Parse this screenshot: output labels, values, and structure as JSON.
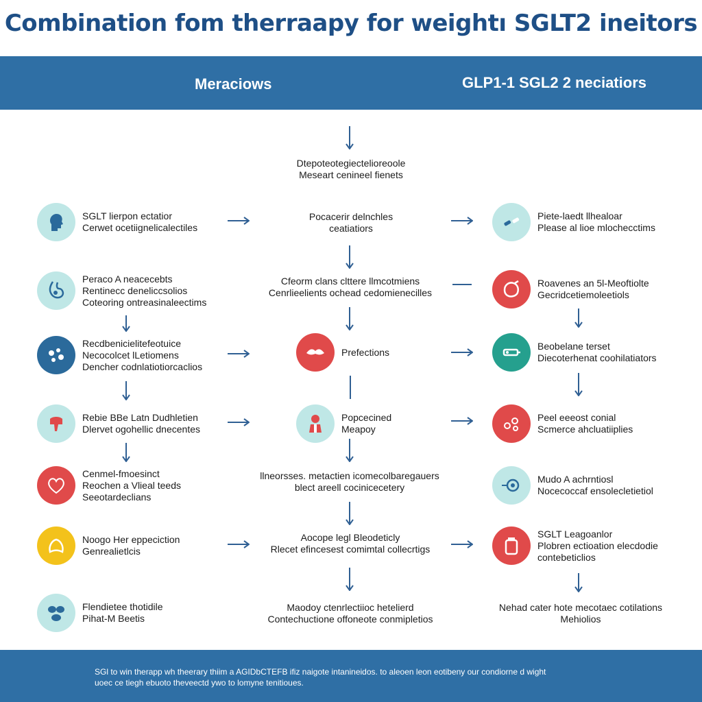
{
  "title": "Combination fom therraapy for weightı SGLT2 ineitors",
  "header": {
    "left": "Meraciows",
    "right": "GLP1-1 SGL2 2 neciatiors"
  },
  "center": {
    "n1": {
      "l1": "Dtepoteotegiectelioreoole",
      "l2": "Meseart cenineel fienets"
    },
    "n2": {
      "l1": "Pocacerir delnchles",
      "l2": "ceatiatiors"
    },
    "n3": {
      "l1": "Cfeorm clans clttere llmcotmiens",
      "l2": "Cenrlieelients ochead cedomienecilles"
    },
    "n4": {
      "l1": "Prefections"
    },
    "n5": {
      "l1": "Popcecined",
      "l2": "Meapoy"
    },
    "n6": {
      "l1": "llneorsses. metactien icomecolbaregauers",
      "l2": "blect areell cocinicecetery"
    },
    "n7": {
      "l1": "Aocope legl Bleodeticly",
      "l2": "Rlecet efincesest comimtal collecrtigs"
    },
    "n8": {
      "l1": "Maodoy ctenrlectiioc hetelierd",
      "l2": "Contechuctione offoneote conmipletios"
    }
  },
  "left": {
    "n1": {
      "l1": "SGLT lierpon ectatior",
      "l2": "Cerwet ocetiignelicalectiles"
    },
    "n2": {
      "l1": "Peraco A neacecebts",
      "l2": "Rentinecc deneliccsolios",
      "l3": "Coteoring ontreasinaleectims"
    },
    "n3": {
      "l1": "Recdbenicielitefeotuice",
      "l2": "Necocolcet lLetiomens",
      "l3": "Dencher codnlatiotiorcaclios"
    },
    "n4": {
      "l1": "Rebie BBe Latn Dudhletien",
      "l2": "Dlervet ogohellic dnecentes"
    },
    "n5": {
      "l1": "Cenmel-fmoesinct",
      "l2": "Reochen a Vlieal teeds",
      "l3": "Seeotardeclians"
    },
    "n6": {
      "l1": "Noogo Her eppeciction",
      "l2": "Genrealietlcis"
    },
    "n7": {
      "l1": "Flendietee thotidile",
      "l2": "Pihat-M Beetis"
    }
  },
  "right": {
    "n1": {
      "l1": "Piete-laedt llhealoar",
      "l2": "Please al lioe mlochecctims"
    },
    "n2": {
      "l1": "Roavenes an 5l-Meoftiolte",
      "l2": "Gecridcetiemoleetiols"
    },
    "n3": {
      "l1": "Beobelane terset",
      "l2": "Diecoterhenat coohilatiators"
    },
    "n4": {
      "l1": "Peel eeeost conial",
      "l2": "Scmerce ahcluatiiplies"
    },
    "n5": {
      "l1": "Mudo A achrntiosl",
      "l2": "Nocecoccaf ensolecletietiol"
    },
    "n6": {
      "l1": "SGLT Leagoanlor",
      "l2": "Plobren ectioation elecdodie",
      "l3": "contebeticlios"
    },
    "n7": {
      "l1": "Nehad cater hote mecotaec cotilations",
      "l2": "Mehiolios"
    }
  },
  "footer": {
    "l1": "SGl to win therapp wh theerary thiim a AGIDbCTEFB ifiz naigote intanineidos. to aleoen leon eotibeny our condiorne d wight",
    "l2": "uoec ce tiegh ebuoto theveectd ywo to lomyne tenitioues."
  },
  "colors": {
    "navy": "#1e4f86",
    "band": "#2f6fa5",
    "teal": "#bfe7e6",
    "red": "#e04a4a",
    "green": "#25a08e",
    "yellow": "#f3c21b",
    "arrow": "#2f5f93"
  }
}
